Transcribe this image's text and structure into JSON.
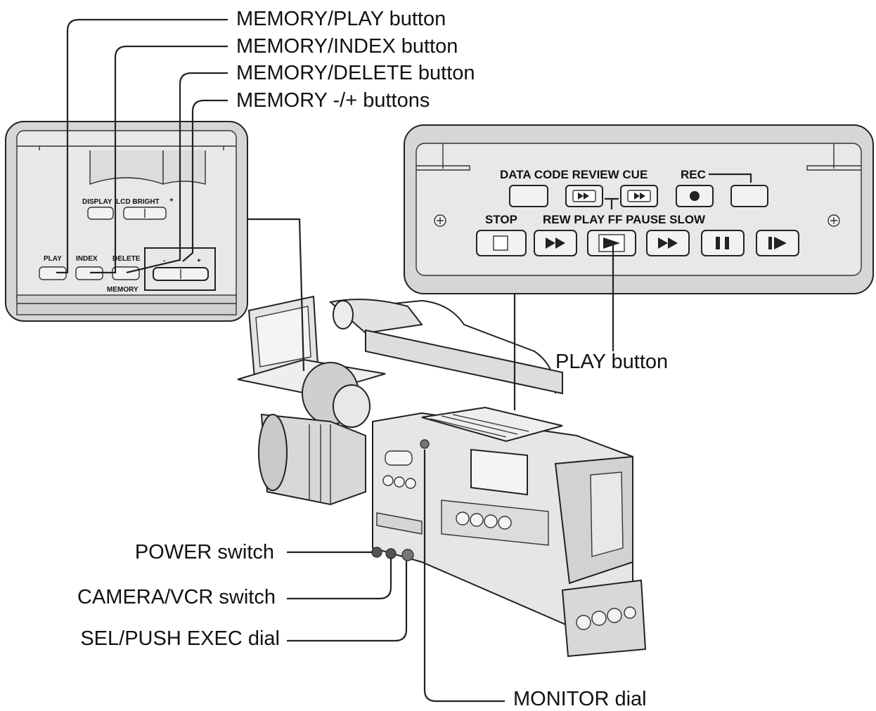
{
  "callouts": {
    "memory_play": "MEMORY/PLAY button",
    "memory_index": "MEMORY/INDEX button",
    "memory_delete": "MEMORY/DELETE button",
    "memory_minus_plus": "MEMORY -/+ buttons",
    "play_button": "PLAY button",
    "power_switch": "POWER switch",
    "camera_vcr_switch": "CAMERA/VCR switch",
    "sel_push_exec_dial": "SEL/PUSH EXEC dial",
    "monitor_dial": "MONITOR dial"
  },
  "left_panel": {
    "display_label": "DISPLAY",
    "lcd_bright_label": "LCD BRIGHT",
    "lcd_plus": "+",
    "play_label": "PLAY",
    "index_label": "INDEX",
    "delete_label": "DELETE",
    "minus_label": "-",
    "plus_label": "+",
    "memory_label": "MEMORY"
  },
  "right_panel": {
    "top_labels": "DATA CODE REVIEW CUE",
    "rec_label": "REC",
    "stop_label": "STOP",
    "transport_labels": "REW PLAY FF PAUSE SLOW"
  },
  "colors": {
    "panel_fill": "#d4d4d4",
    "panel_inner": "#e6e6e6",
    "line": "#222222"
  }
}
